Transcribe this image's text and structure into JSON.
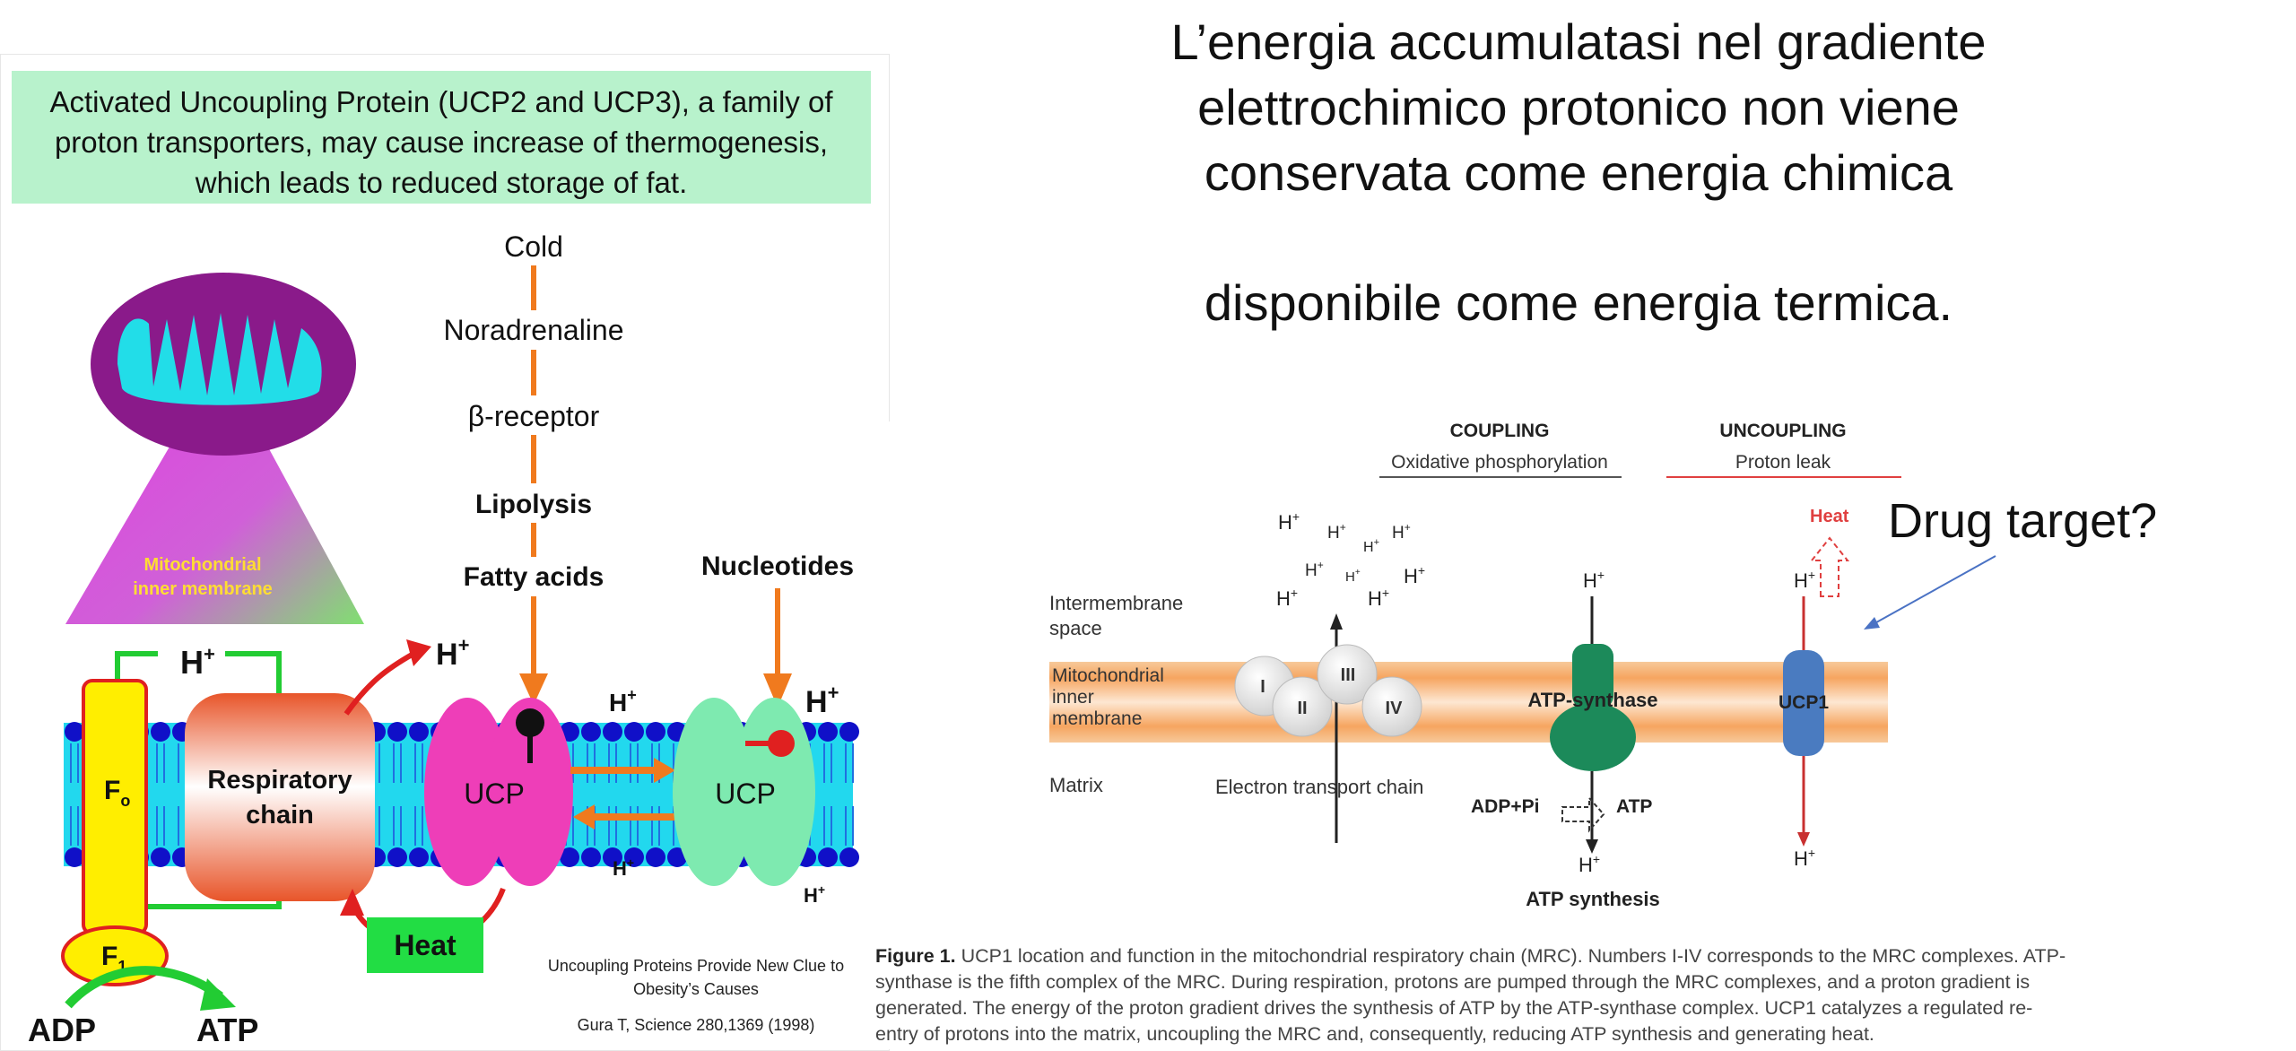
{
  "slide": {
    "title_lines": [
      "L’energia accumulatasi nel gradiente",
      "elettrochimico protonico non viene",
      "conservata come energia chimica"
    ],
    "subtitle": "disponibile come energia termica.",
    "annotation": "Drug target?"
  },
  "left_figure": {
    "caption_lines": [
      "Activated Uncoupling Protein (UCP2 and UCP3), a family of",
      "proton transporters, may cause increase of thermogenesis,",
      "which leads to reduced storage of fat."
    ],
    "pathway": [
      "Cold",
      "Noradrenaline",
      "β-receptor",
      "Lipolysis",
      "Fatty acids"
    ],
    "nucleotides": "Nucleotides",
    "membrane_label": [
      "Mitochondrial",
      "inner membrane"
    ],
    "labels": {
      "hplus": "H",
      "plus": "+",
      "fo": "F",
      "fo_sub": "o",
      "f1": "F",
      "f1_sub": "1",
      "respiratory": [
        "Respiratory",
        "chain"
      ],
      "ucp": "UCP",
      "heat": "Heat",
      "adp": "ADP",
      "atp": "ATP"
    },
    "citation": [
      "Uncoupling Proteins Provide New Clue to",
      "Obesity’s Causes",
      "Gura T,  Science 280,1369 (1998)"
    ]
  },
  "right_figure": {
    "coupling": "COUPLING",
    "oxphos": "Oxidative phosphorylation",
    "uncoupling": "UNCOUPLING",
    "proton_leak": "Proton leak",
    "heat": "Heat",
    "intermembrane": [
      "Intermembrane",
      "space"
    ],
    "mito_inner": [
      "Mitochondrial",
      "inner",
      "membrane"
    ],
    "matrix": "Matrix",
    "complexes": [
      "I",
      "II",
      "III",
      "IV"
    ],
    "etc": "Electron transport chain",
    "atp_synthase": "ATP-synthase",
    "ucp1": "UCP1",
    "adp_pi": "ADP+Pi",
    "atp": "ATP",
    "atp_synthesis": "ATP synthesis",
    "hplus": "H",
    "plus": "+",
    "caption_bold": "Figure 1.",
    "caption_text": "UCP1 location and function in the mitochondrial respiratory chain (MRC). Numbers I-IV corresponds to the MRC complexes. ATP-synthase is the fifth complex of the MRC. During respiration, protons are pumped through the MRC complexes, and a proton gradient is generated. The energy of the proton gradient drives the synthesis of ATP by the ATP-synthase complex. UCP1 catalyzes a regulated re-entry of protons into the matrix, uncoupling the MRC and, consequently, reducing ATP synthesis and generating heat."
  },
  "colors": {
    "caption_bg": "#b8f2cc",
    "orange": "#f07a1e",
    "membrane_blue": "#1010c8",
    "membrane_cyan": "#22d8ee",
    "ucp_magenta": "#ee3eb8",
    "ucp_green": "#7eeab0",
    "f_yellow": "#ffee00",
    "heat_green": "#22dd44",
    "mito_purple": "#8a1a8a",
    "synthase_green": "#1c8a5a",
    "ucp1_blue": "#4a7bc0"
  }
}
